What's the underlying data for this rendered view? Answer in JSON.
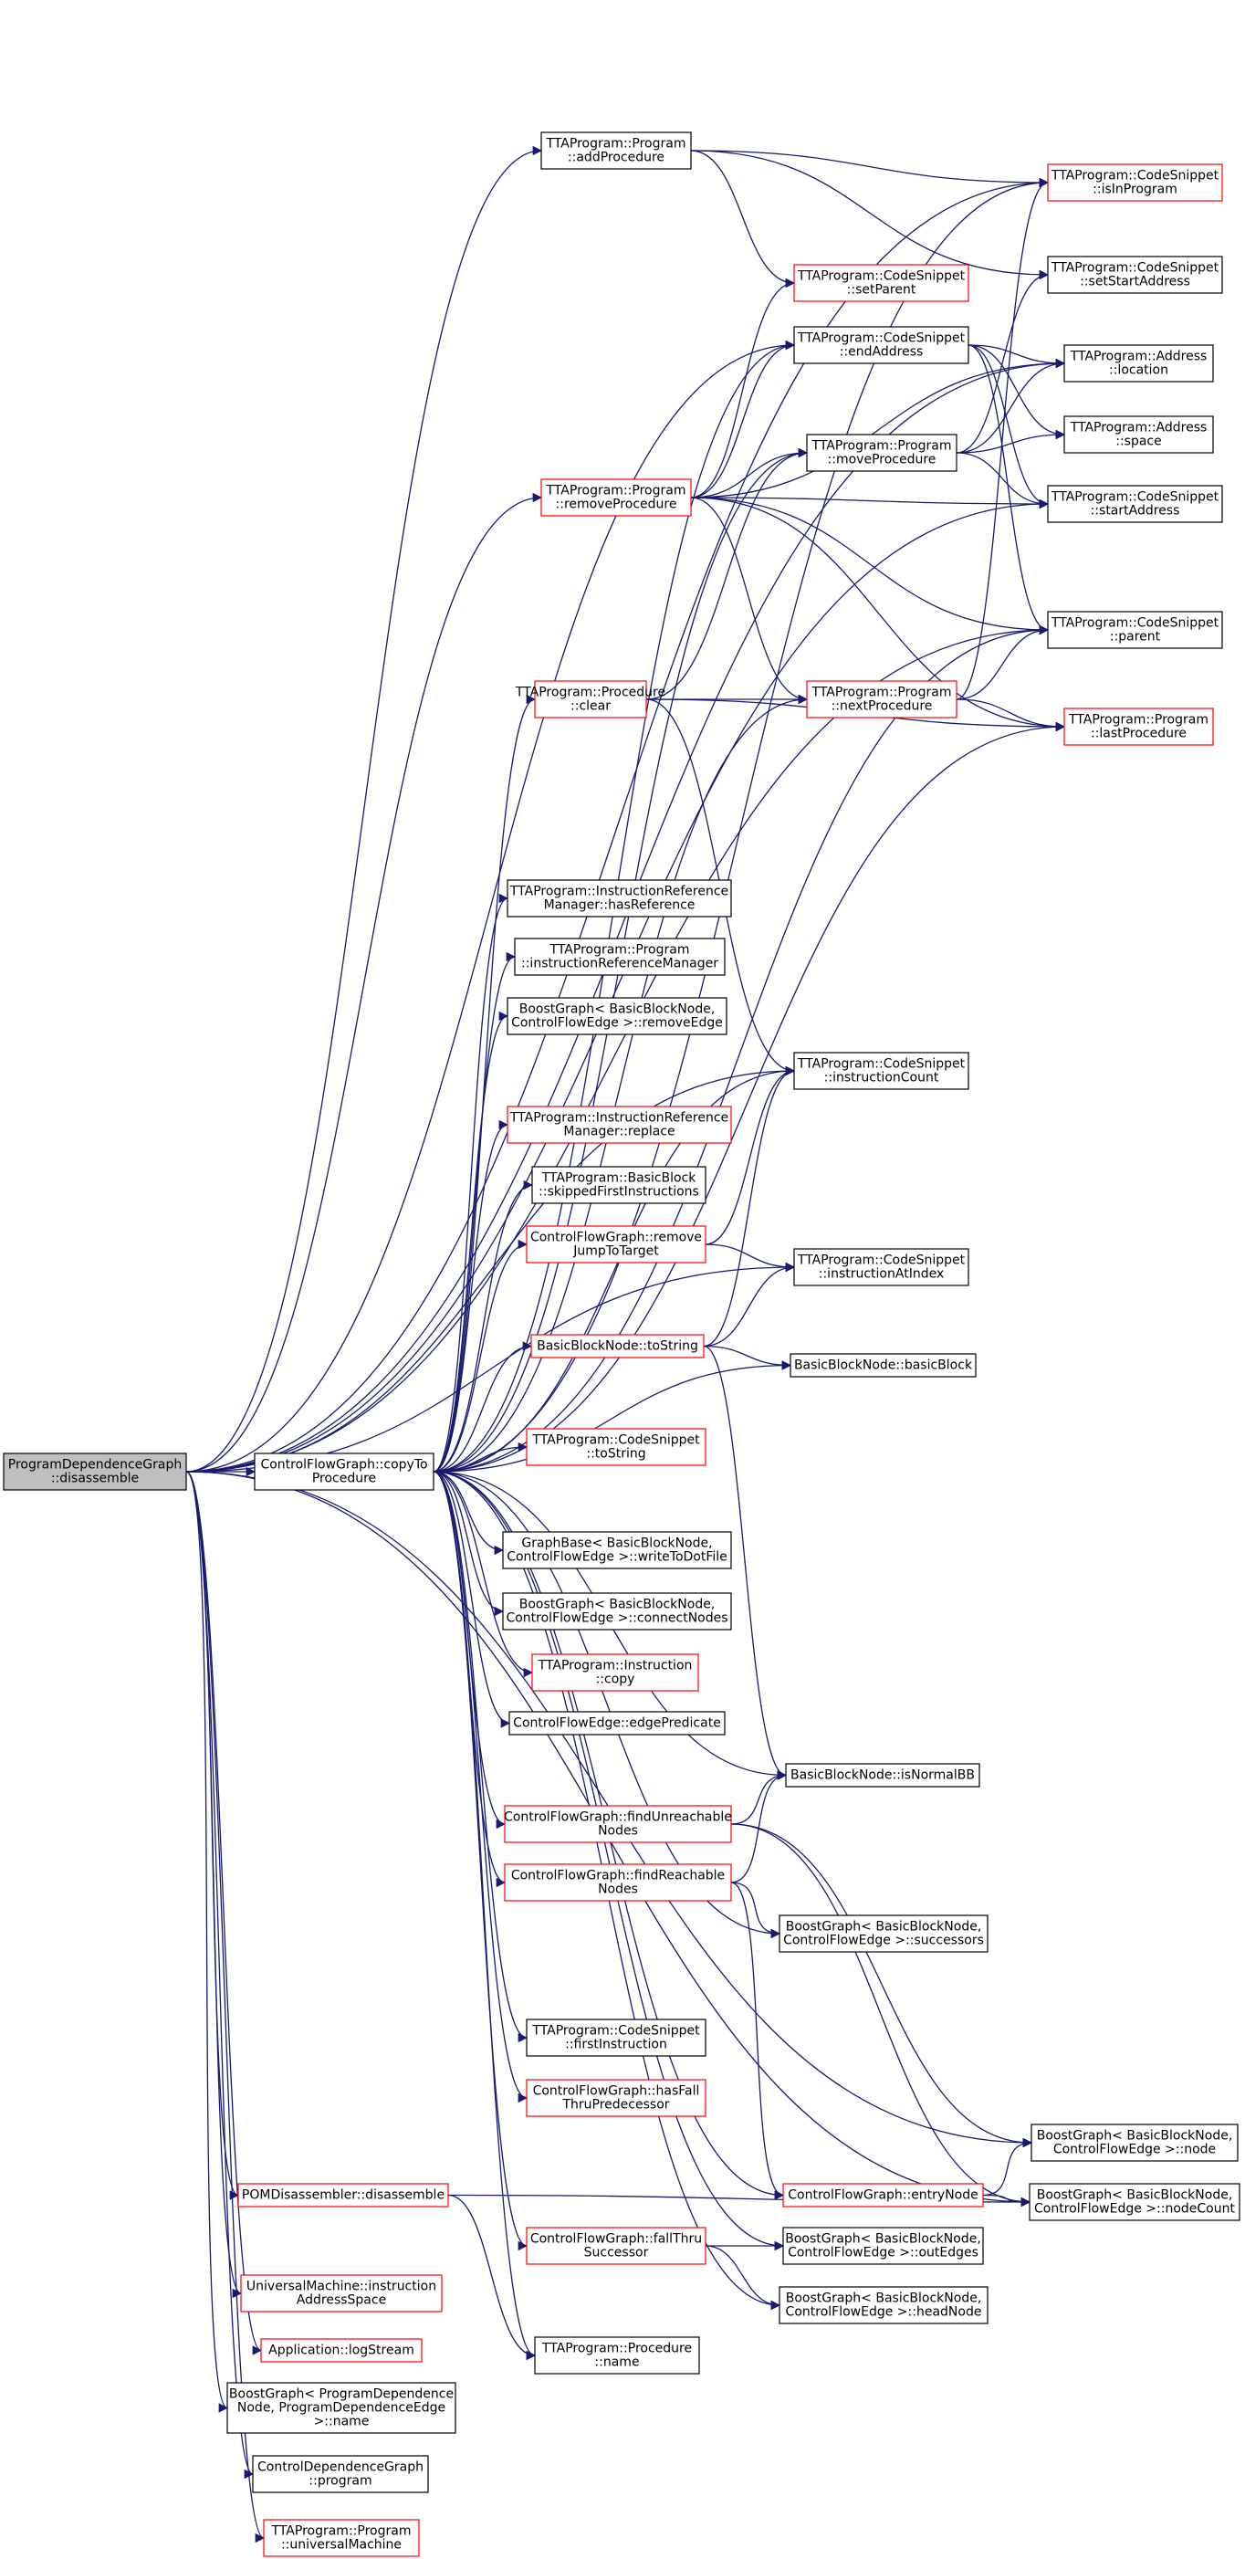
{
  "colors": {
    "edge": "#191970",
    "red_border": "#ff0000",
    "black_border": "#000000",
    "root_fill": "#bfbfbf"
  },
  "nodes": [
    {
      "id": "root",
      "lines": [
        "ProgramDependenceGraph",
        "::disassemble"
      ],
      "style": "root"
    },
    {
      "id": "copyTo",
      "lines": [
        "ControlFlowGraph::copyTo",
        "Procedure"
      ],
      "style": "black"
    },
    {
      "id": "addProc",
      "lines": [
        "TTAProgram::Program",
        "::addProcedure"
      ],
      "style": "black"
    },
    {
      "id": "isInProgram",
      "lines": [
        "TTAProgram::CodeSnippet",
        "::isInProgram"
      ],
      "style": "red"
    },
    {
      "id": "setStartAddr",
      "lines": [
        "TTAProgram::CodeSnippet",
        "::setStartAddress"
      ],
      "style": "black"
    },
    {
      "id": "setParent",
      "lines": [
        "TTAProgram::CodeSnippet",
        "::setParent"
      ],
      "style": "red"
    },
    {
      "id": "endAddress",
      "lines": [
        "TTAProgram::CodeSnippet",
        "::endAddress"
      ],
      "style": "black"
    },
    {
      "id": "location",
      "lines": [
        "TTAProgram::Address",
        "::location"
      ],
      "style": "black"
    },
    {
      "id": "space",
      "lines": [
        "TTAProgram::Address",
        "::space"
      ],
      "style": "black"
    },
    {
      "id": "moveProc",
      "lines": [
        "TTAProgram::Program",
        "::moveProcedure"
      ],
      "style": "black"
    },
    {
      "id": "removeProc",
      "lines": [
        "TTAProgram::Program",
        "::removeProcedure"
      ],
      "style": "red"
    },
    {
      "id": "startAddress",
      "lines": [
        "TTAProgram::CodeSnippet",
        "::startAddress"
      ],
      "style": "black"
    },
    {
      "id": "parent",
      "lines": [
        "TTAProgram::CodeSnippet",
        "::parent"
      ],
      "style": "black"
    },
    {
      "id": "clear",
      "lines": [
        "TTAProgram::Procedure",
        "::clear"
      ],
      "style": "red"
    },
    {
      "id": "nextProc",
      "lines": [
        "TTAProgram::Program",
        "::nextProcedure"
      ],
      "style": "red"
    },
    {
      "id": "lastProc",
      "lines": [
        "TTAProgram::Program",
        "::lastProcedure"
      ],
      "style": "red"
    },
    {
      "id": "hasRef",
      "lines": [
        "TTAProgram::InstructionReference",
        "Manager::hasReference"
      ],
      "style": "black"
    },
    {
      "id": "irm",
      "lines": [
        "TTAProgram::Program",
        "::instructionReferenceManager"
      ],
      "style": "black"
    },
    {
      "id": "removeEdge",
      "lines": [
        "BoostGraph< BasicBlockNode,",
        "ControlFlowEdge >::removeEdge"
      ],
      "style": "black"
    },
    {
      "id": "instrCount",
      "lines": [
        "TTAProgram::CodeSnippet",
        "::instructionCount"
      ],
      "style": "black"
    },
    {
      "id": "replace",
      "lines": [
        "TTAProgram::InstructionReference",
        "Manager::replace"
      ],
      "style": "red"
    },
    {
      "id": "skipped",
      "lines": [
        "TTAProgram::BasicBlock",
        "::skippedFirstInstructions"
      ],
      "style": "black"
    },
    {
      "id": "removeJump",
      "lines": [
        "ControlFlowGraph::remove",
        "JumpToTarget"
      ],
      "style": "red"
    },
    {
      "id": "instrAt",
      "lines": [
        "TTAProgram::CodeSnippet",
        "::instructionAtIndex"
      ],
      "style": "black"
    },
    {
      "id": "bbnToString",
      "lines": [
        "BasicBlockNode::toString"
      ],
      "style": "red"
    },
    {
      "id": "basicBlock",
      "lines": [
        "BasicBlockNode::basicBlock"
      ],
      "style": "black"
    },
    {
      "id": "csToString",
      "lines": [
        "TTAProgram::CodeSnippet",
        "::toString"
      ],
      "style": "red"
    },
    {
      "id": "writeDot",
      "lines": [
        "GraphBase< BasicBlockNode,",
        "ControlFlowEdge >::writeToDotFile"
      ],
      "style": "black"
    },
    {
      "id": "connectNodes",
      "lines": [
        "BoostGraph< BasicBlockNode,",
        "ControlFlowEdge >::connectNodes"
      ],
      "style": "black"
    },
    {
      "id": "instrCopy",
      "lines": [
        "TTAProgram::Instruction",
        "::copy"
      ],
      "style": "red"
    },
    {
      "id": "edgePred",
      "lines": [
        "ControlFlowEdge::edgePredicate"
      ],
      "style": "black"
    },
    {
      "id": "isNormalBB",
      "lines": [
        "BasicBlockNode::isNormalBB"
      ],
      "style": "black"
    },
    {
      "id": "findUnreach",
      "lines": [
        "ControlFlowGraph::findUnreachable",
        "Nodes"
      ],
      "style": "red"
    },
    {
      "id": "findReach",
      "lines": [
        "ControlFlowGraph::findReachable",
        "Nodes"
      ],
      "style": "red"
    },
    {
      "id": "successors",
      "lines": [
        "BoostGraph< BasicBlockNode,",
        "ControlFlowEdge >::successors"
      ],
      "style": "black"
    },
    {
      "id": "firstInstr",
      "lines": [
        "TTAProgram::CodeSnippet",
        "::firstInstruction"
      ],
      "style": "black"
    },
    {
      "id": "hasFall",
      "lines": [
        "ControlFlowGraph::hasFall",
        "ThruPredecessor"
      ],
      "style": "red"
    },
    {
      "id": "bgNode",
      "lines": [
        "BoostGraph< BasicBlockNode,",
        "ControlFlowEdge >::node"
      ],
      "style": "black"
    },
    {
      "id": "pomDis",
      "lines": [
        "POMDisassembler::disassemble"
      ],
      "style": "red"
    },
    {
      "id": "entryNode",
      "lines": [
        "ControlFlowGraph::entryNode"
      ],
      "style": "red"
    },
    {
      "id": "nodeCount",
      "lines": [
        "BoostGraph< BasicBlockNode,",
        "ControlFlowEdge >::nodeCount"
      ],
      "style": "black"
    },
    {
      "id": "fallThru",
      "lines": [
        "ControlFlowGraph::fallThru",
        "Successor"
      ],
      "style": "red"
    },
    {
      "id": "outEdges",
      "lines": [
        "BoostGraph< BasicBlockNode,",
        "ControlFlowEdge >::outEdges"
      ],
      "style": "black"
    },
    {
      "id": "umAddr",
      "lines": [
        "UniversalMachine::instruction",
        "AddressSpace"
      ],
      "style": "red"
    },
    {
      "id": "headNode",
      "lines": [
        "BoostGraph< BasicBlockNode,",
        "ControlFlowEdge >::headNode"
      ],
      "style": "black"
    },
    {
      "id": "logStream",
      "lines": [
        "Application::logStream"
      ],
      "style": "red"
    },
    {
      "id": "procName",
      "lines": [
        "TTAProgram::Procedure",
        "::name"
      ],
      "style": "black"
    },
    {
      "id": "bgPdgName",
      "lines": [
        "BoostGraph< ProgramDependence",
        "Node, ProgramDependenceEdge",
        ">::name"
      ],
      "style": "black"
    },
    {
      "id": "cdgProgram",
      "lines": [
        "ControlDependenceGraph",
        "::program"
      ],
      "style": "black"
    },
    {
      "id": "umProg",
      "lines": [
        "TTAProgram::Program",
        "::universalMachine"
      ],
      "style": "red"
    }
  ],
  "edges": [
    [
      "root",
      "isInProgram"
    ],
    [
      "root",
      "addProc"
    ],
    [
      "root",
      "location"
    ],
    [
      "root",
      "endAddress"
    ],
    [
      "root",
      "removeProc"
    ],
    [
      "root",
      "startAddress"
    ],
    [
      "root",
      "parent"
    ],
    [
      "root",
      "instrCount"
    ],
    [
      "root",
      "instrAt"
    ],
    [
      "root",
      "copyTo"
    ],
    [
      "root",
      "bgNode"
    ],
    [
      "root",
      "pomDis"
    ],
    [
      "root",
      "umAddr"
    ],
    [
      "root",
      "logStream"
    ],
    [
      "root",
      "bgPdgName"
    ],
    [
      "root",
      "cdgProgram"
    ],
    [
      "root",
      "umProg"
    ],
    [
      "root",
      "nodeCount"
    ],
    [
      "addProc",
      "isInProgram"
    ],
    [
      "addProc",
      "setParent"
    ],
    [
      "addProc",
      "setStartAddr"
    ],
    [
      "removeProc",
      "setParent"
    ],
    [
      "removeProc",
      "endAddress"
    ],
    [
      "removeProc",
      "location"
    ],
    [
      "removeProc",
      "moveProc"
    ],
    [
      "removeProc",
      "startAddress"
    ],
    [
      "removeProc",
      "parent"
    ],
    [
      "removeProc",
      "nextProc"
    ],
    [
      "removeProc",
      "lastProc"
    ],
    [
      "endAddress",
      "location"
    ],
    [
      "endAddress",
      "space"
    ],
    [
      "endAddress",
      "parent"
    ],
    [
      "endAddress",
      "startAddress"
    ],
    [
      "moveProc",
      "setStartAddr"
    ],
    [
      "moveProc",
      "location"
    ],
    [
      "moveProc",
      "space"
    ],
    [
      "moveProc",
      "startAddress"
    ],
    [
      "clear",
      "moveProc"
    ],
    [
      "clear",
      "nextProc"
    ],
    [
      "clear",
      "lastProc"
    ],
    [
      "clear",
      "instrCount"
    ],
    [
      "nextProc",
      "isInProgram"
    ],
    [
      "nextProc",
      "parent"
    ],
    [
      "nextProc",
      "lastProc"
    ],
    [
      "copyTo",
      "isInProgram"
    ],
    [
      "copyTo",
      "endAddress"
    ],
    [
      "copyTo",
      "moveProc"
    ],
    [
      "copyTo",
      "nextProc"
    ],
    [
      "copyTo",
      "clear"
    ],
    [
      "copyTo",
      "parent"
    ],
    [
      "copyTo",
      "hasRef"
    ],
    [
      "copyTo",
      "irm"
    ],
    [
      "copyTo",
      "removeEdge"
    ],
    [
      "copyTo",
      "instrCount"
    ],
    [
      "copyTo",
      "replace"
    ],
    [
      "copyTo",
      "skipped"
    ],
    [
      "copyTo",
      "removeJump"
    ],
    [
      "copyTo",
      "bbnToString"
    ],
    [
      "copyTo",
      "basicBlock"
    ],
    [
      "copyTo",
      "csToString"
    ],
    [
      "copyTo",
      "lastProc"
    ],
    [
      "copyTo",
      "writeDot"
    ],
    [
      "copyTo",
      "connectNodes"
    ],
    [
      "copyTo",
      "instrCopy"
    ],
    [
      "copyTo",
      "edgePred"
    ],
    [
      "copyTo",
      "isNormalBB"
    ],
    [
      "copyTo",
      "findUnreach"
    ],
    [
      "copyTo",
      "findReach"
    ],
    [
      "copyTo",
      "successors"
    ],
    [
      "copyTo",
      "firstInstr"
    ],
    [
      "copyTo",
      "hasFall"
    ],
    [
      "copyTo",
      "entryNode"
    ],
    [
      "copyTo",
      "outEdges"
    ],
    [
      "copyTo",
      "fallThru"
    ],
    [
      "copyTo",
      "headNode"
    ],
    [
      "copyTo",
      "procName"
    ],
    [
      "removeJump",
      "instrCount"
    ],
    [
      "removeJump",
      "instrAt"
    ],
    [
      "bbnToString",
      "instrCount"
    ],
    [
      "bbnToString",
      "instrAt"
    ],
    [
      "bbnToString",
      "basicBlock"
    ],
    [
      "bbnToString",
      "isNormalBB"
    ],
    [
      "findUnreach",
      "isNormalBB"
    ],
    [
      "findUnreach",
      "bgNode"
    ],
    [
      "findUnreach",
      "nodeCount"
    ],
    [
      "findReach",
      "isNormalBB"
    ],
    [
      "findReach",
      "successors"
    ],
    [
      "findReach",
      "entryNode"
    ],
    [
      "entryNode",
      "bgNode"
    ],
    [
      "entryNode",
      "nodeCount"
    ],
    [
      "fallThru",
      "outEdges"
    ],
    [
      "fallThru",
      "headNode"
    ],
    [
      "pomDis",
      "procName"
    ],
    [
      "pomDis",
      "nodeCount"
    ]
  ]
}
